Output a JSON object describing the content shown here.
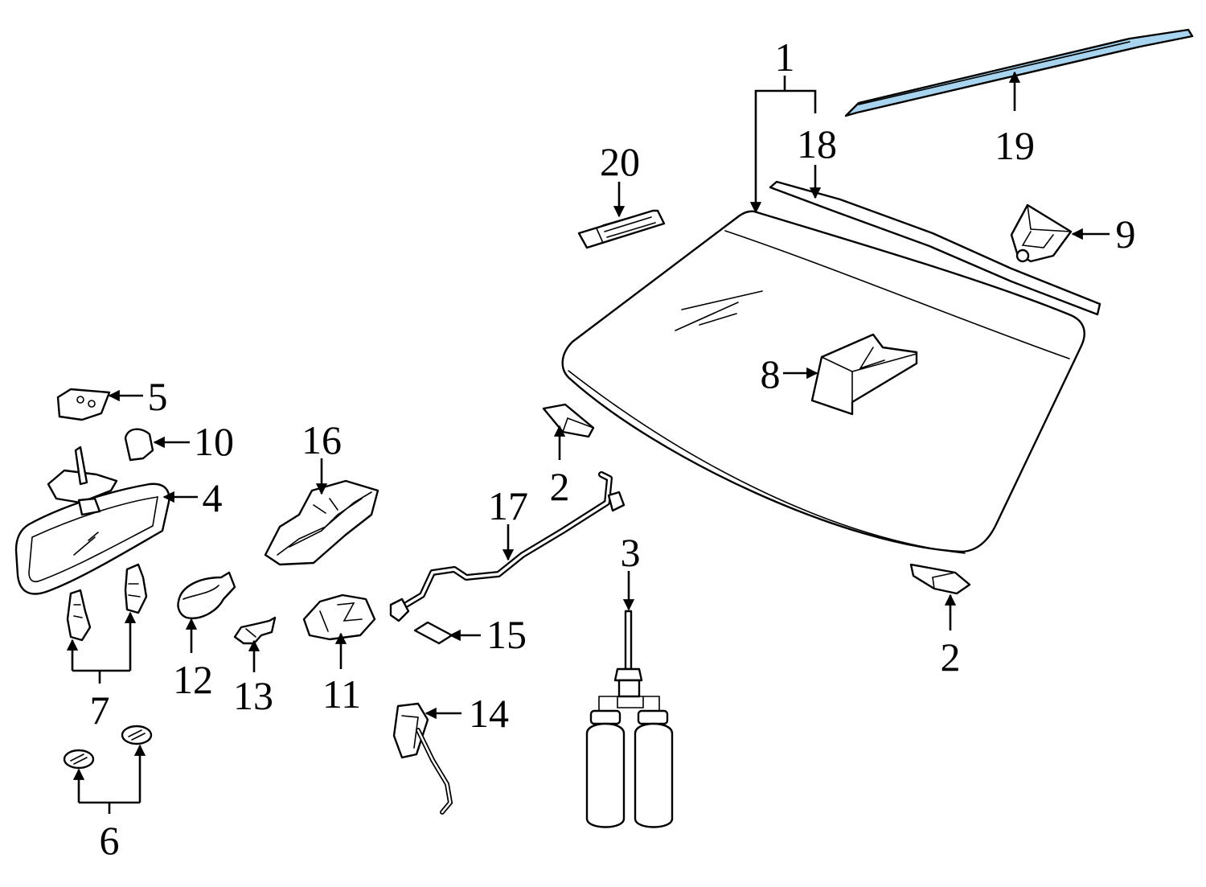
{
  "diagram": {
    "highlight_color": "#a8d4ef",
    "line_color": "#000000",
    "callouts": {
      "c1": "1",
      "c2a": "2",
      "c2b": "2",
      "c3": "3",
      "c4": "4",
      "c5": "5",
      "c6": "6",
      "c7": "7",
      "c8": "8",
      "c9": "9",
      "c10": "10",
      "c11": "11",
      "c12": "12",
      "c13": "13",
      "c14": "14",
      "c15": "15",
      "c16": "16",
      "c17": "17",
      "c18": "18",
      "c19": "19",
      "c20": "20"
    }
  }
}
